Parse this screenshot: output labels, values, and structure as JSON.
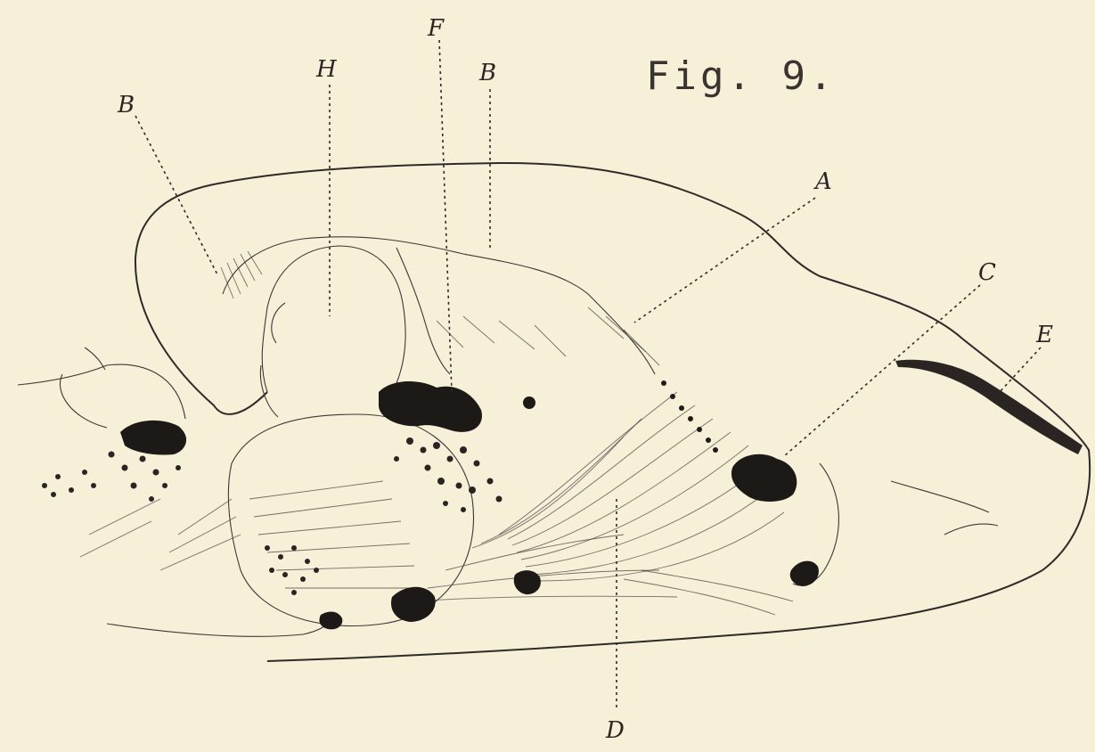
{
  "figure": {
    "title": "Fig. 9."
  },
  "labels": {
    "A": "A",
    "B_left": "B",
    "B_top": "B",
    "C": "C",
    "D": "D",
    "E": "E",
    "F": "F",
    "H": "H"
  },
  "colors": {
    "paper": "#f6f0d9",
    "ink": "#2f2a27",
    "lesion": "#1c1917"
  }
}
